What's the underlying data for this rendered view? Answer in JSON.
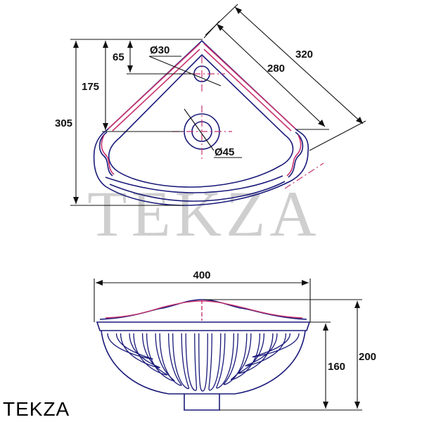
{
  "watermark": "TEKZA",
  "brand": "TEKZA",
  "colors": {
    "outline": "#1a1a7a",
    "accent": "#c8326e",
    "dimension": "#111111",
    "watermark": "#cfcfcf"
  },
  "top_view": {
    "dims": {
      "hole_small": "Ø30",
      "hole_large": "Ø45",
      "d65": "65",
      "d175": "175",
      "d305": "305",
      "d280": "280",
      "d320": "320"
    }
  },
  "side_view": {
    "dims": {
      "width": "400",
      "h160": "160",
      "h200": "200"
    },
    "flutes": 15
  }
}
